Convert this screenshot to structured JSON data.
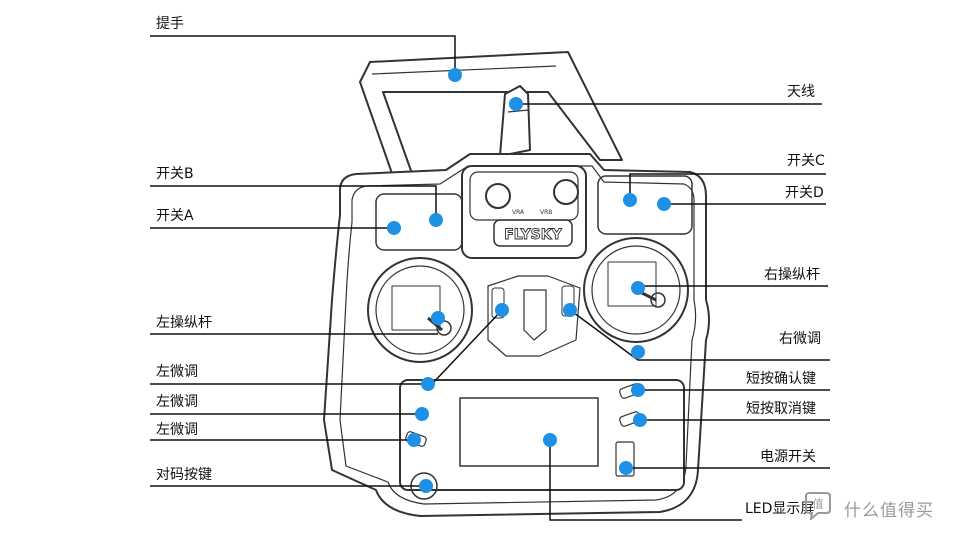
{
  "labels": {
    "handle": "提手",
    "antenna": "天线",
    "switch_b": "开关B",
    "switch_a": "开关A",
    "switch_c": "开关C",
    "switch_d": "开关D",
    "left_stick": "左操纵杆",
    "right_stick": "右操纵杆",
    "left_trim_1": "左微调",
    "left_trim_2": "左微调",
    "left_trim_3": "左微调",
    "right_trim": "右微调",
    "ok_key": "短按确认键",
    "cancel_key": "短按取消键",
    "power_switch": "电源开关",
    "bind_key": "对码按键",
    "lcd": "LED显示屏"
  },
  "device": {
    "brand": "FLYSKY",
    "knob_left": "VRA",
    "knob_right": "VRB"
  },
  "watermark": {
    "text": "什么值得买",
    "badge": "值"
  },
  "colors": {
    "marker": "#1e90e6",
    "line": "#111111",
    "outline": "#333333"
  }
}
